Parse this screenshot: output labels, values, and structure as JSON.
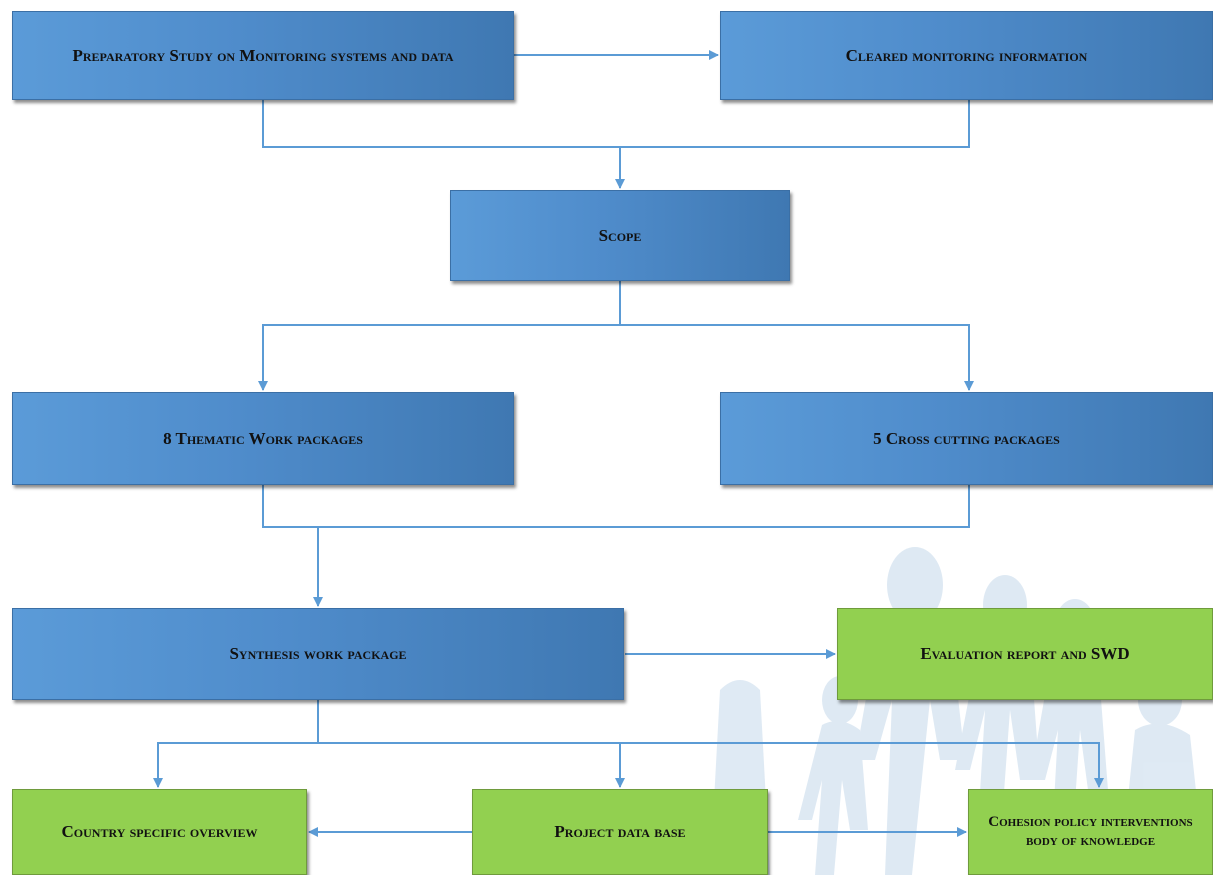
{
  "nodes": {
    "preparatory_study": "Preparatory Study on Monitoring systems and data",
    "cleared_monitoring": "Cleared monitoring information",
    "scope": "Scope",
    "thematic": "8 Thematic Work packages",
    "cross_cutting": "5 Cross cutting packages",
    "synthesis": "Synthesis work package",
    "evaluation_report": "Evaluation report and SWD",
    "country_overview": "Country specific overview",
    "project_database": "Project data base",
    "body_of_knowledge": "Cohesion policy interventions body of knowledge"
  },
  "colors": {
    "process_fill": "#4f8ccb",
    "output_fill": "#92d050",
    "connector": "#5b9bd5",
    "background_figures": "#d9e6f2"
  }
}
